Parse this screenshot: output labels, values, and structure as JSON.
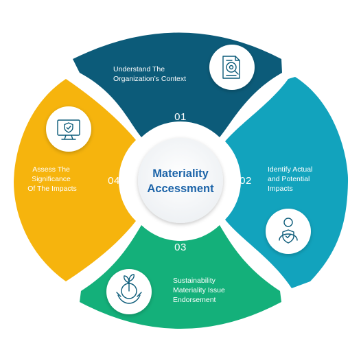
{
  "center": {
    "line1": "Materiality",
    "line2": "Accessment",
    "color": "#1b63a8"
  },
  "segments": [
    {
      "number": "01",
      "label_lines": [
        "Understand The",
        "Organization’s Context"
      ],
      "color": "#0c5b79",
      "icon": "document-search-icon"
    },
    {
      "number": "02",
      "label_lines": [
        "Identify Actual",
        "and Potential",
        "Impacts"
      ],
      "color": "#12a3bd",
      "icon": "person-shield-icon"
    },
    {
      "number": "03",
      "label_lines": [
        "Sustainability",
        "Materiality Issue",
        "Endorsement"
      ],
      "color": "#14b07a",
      "icon": "hands-plant-icon"
    },
    {
      "number": "04",
      "label_lines": [
        "Assess The",
        "Significance",
        "Of The Impacts"
      ],
      "color": "#f6b40d",
      "icon": "monitor-shield-icon"
    }
  ],
  "icon_stroke_color": "#0a5a78"
}
